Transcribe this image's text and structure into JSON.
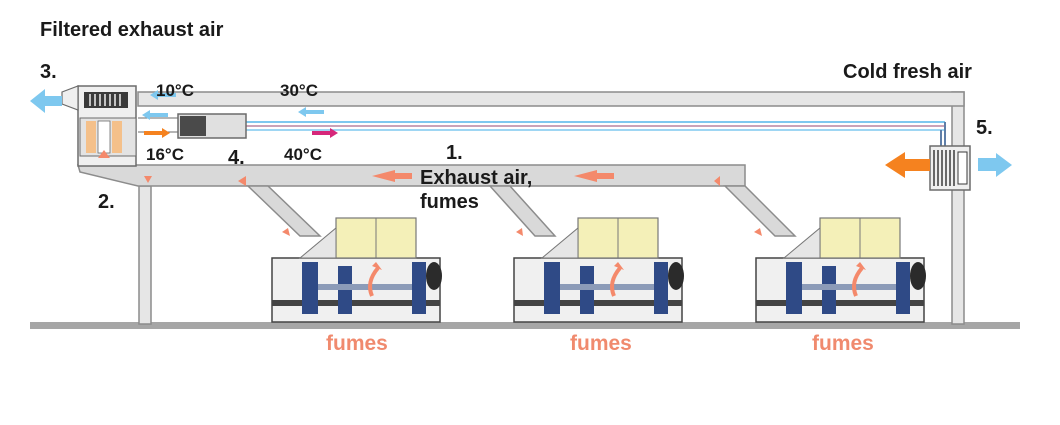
{
  "labels": {
    "filtered_exhaust_air": "Filtered exhaust air",
    "cold_fresh_air": "Cold fresh air",
    "step_1": "1.",
    "step_2": "2.",
    "step_3": "3.",
    "step_4": "4.",
    "step_5": "5.",
    "exhaust_air_line1": "Exhaust air,",
    "exhaust_air_line2": "fumes",
    "temp_10": "10°C",
    "temp_30": "30°C",
    "temp_16": "16°C",
    "temp_40": "40°C",
    "fumes_1": "fumes",
    "fumes_2": "fumes",
    "fumes_3": "fumes"
  },
  "colors": {
    "duct_fill": "#d9d9d9",
    "duct_stroke": "#8c8c8c",
    "floor": "#a6a6a6",
    "exhaust_arrow": "#f4896b",
    "fresh_air_arrow": "#7ec8ef",
    "warm_arrow": "#f5821f",
    "hot_arrow": "#d6277a",
    "machine_blue": "#2f4a86",
    "hopper_yellow": "#f4f0b8",
    "fumes_text": "#f08a6e"
  },
  "icons": [
    "filter-unit-icon",
    "heat-exchanger-icon",
    "fresh-air-unit-icon",
    "injection-molding-machine-icon"
  ]
}
